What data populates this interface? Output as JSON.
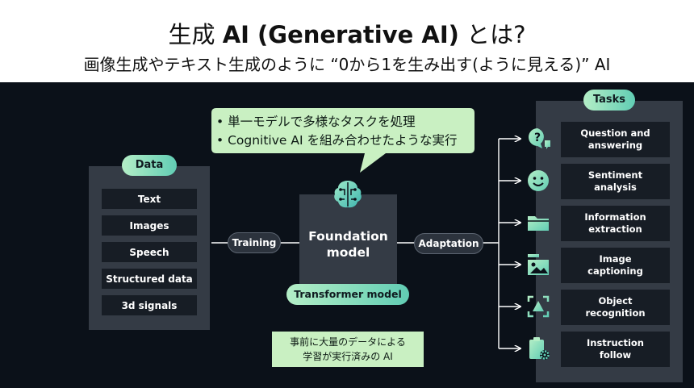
{
  "title": {
    "prefix": "生成 ",
    "bold": "AI (Generative AI)",
    "suffix": " とは?"
  },
  "subtitle": "画像生成やテキスト生成のように “0から1を生み出す(ように見える)” AI",
  "callout": {
    "line1": "• 単一モデルで多様なタスクを処理",
    "line2": "• Cognitive AI を組み合わせたような実行"
  },
  "data_panel": {
    "label": "Data",
    "items": [
      "Text",
      "Images",
      "Speech",
      "Structured data",
      "3d signals"
    ]
  },
  "training_label": "Training",
  "foundation": {
    "line1": "Foundation",
    "line2": "model",
    "icon": "brain-circuit-icon",
    "badge": "Transformer model"
  },
  "adaptation_label": "Adaptation",
  "note": {
    "line1": "事前に大量のデータによる",
    "line2": "学習が実行済みの AI"
  },
  "tasks_panel": {
    "label": "Tasks",
    "items": [
      {
        "line1": "Question and",
        "line2": "answering",
        "icon": "question-chat-icon"
      },
      {
        "line1": "Sentiment",
        "line2": "analysis",
        "icon": "smiley-face-icon"
      },
      {
        "line1": "Information",
        "line2": "extraction",
        "icon": "folder-icon"
      },
      {
        "line1": "Image",
        "line2": "captioning",
        "icon": "image-caption-icon"
      },
      {
        "line1": "Object",
        "line2": "recognition",
        "icon": "object-scan-icon"
      },
      {
        "line1": "Instruction",
        "line2": "follow",
        "icon": "clipboard-gear-icon"
      }
    ]
  },
  "colors": {
    "background": "#0b1119",
    "panel": "#343b45",
    "box": "#171d25",
    "accent_start": "#b4eec6",
    "accent_end": "#61cdb4",
    "callout": "#c9f0c2"
  }
}
